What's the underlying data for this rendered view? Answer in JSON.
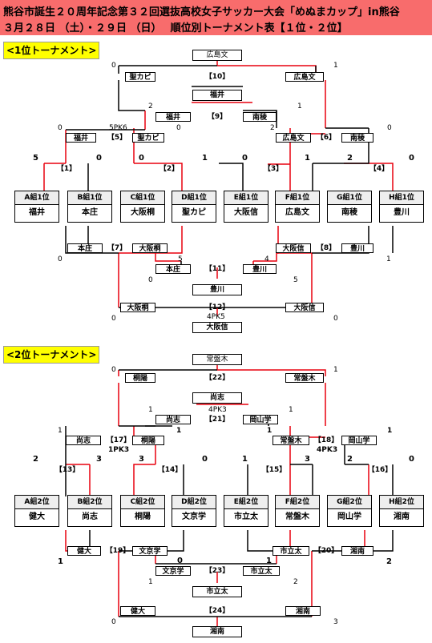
{
  "header": {
    "line1": "熊谷市誕生２０周年記念第３２回選抜高校女子サッカー大会「めぬまカップ」in熊谷",
    "line2": "３月２８日 （土）・２９日 （日）　 順位別トーナメント表【１位・２位】"
  },
  "sec1": "<1位トーナメント>",
  "sec2": "<2位トーナメント>",
  "t1": {
    "teams": [
      {
        "rank": "A組1位",
        "name": "福井"
      },
      {
        "rank": "B組1位",
        "name": "本庄"
      },
      {
        "rank": "C組1位",
        "name": "大阪桐"
      },
      {
        "rank": "D組1位",
        "name": "聖カピ"
      },
      {
        "rank": "E組1位",
        "name": "大阪信"
      },
      {
        "rank": "F組1位",
        "name": "広島文"
      },
      {
        "rank": "G組1位",
        "name": "南稜"
      },
      {
        "rank": "H組1位",
        "name": "豊川"
      }
    ],
    "champion": "広島文",
    "m10": {
      "label": "【10】",
      "left": "聖カピ",
      "right": "広島文",
      "sl": "0",
      "sr": "1"
    },
    "w10": "福井",
    "m9": {
      "label": "【9】",
      "left": "福井",
      "right": "南稜",
      "sl": "2",
      "sr": "1"
    },
    "m5": {
      "label": "【5】",
      "left": "福井",
      "right": "聖カピ",
      "sl": "0",
      "sr": "0",
      "pk": "5PK6"
    },
    "m6": {
      "label": "【6】",
      "left": "広島文",
      "right": "南稜",
      "sl": "2",
      "sr": "0"
    },
    "m1": {
      "label": "【1】",
      "sl": "5",
      "sr": "0"
    },
    "m2": {
      "label": "【2】",
      "sl": "0",
      "sr": "1"
    },
    "m3": {
      "label": "【3】",
      "sl": "0",
      "sr": "1"
    },
    "m4": {
      "label": "【4】",
      "sl": "2",
      "sr": "0"
    },
    "m7": {
      "label": "【7】",
      "left": "本庄",
      "right": "大阪桐",
      "sl": "0",
      "sr": "5"
    },
    "m8": {
      "label": "【8】",
      "left": "大阪信",
      "right": "豊川",
      "sl": "4",
      "sr": "1"
    },
    "m11": {
      "label": "【11】",
      "left": "本庄",
      "right": "豊川",
      "sl": "0",
      "sr": "5"
    },
    "w11": "豊川",
    "m12": {
      "label": "【12】",
      "left": "大阪桐",
      "right": "大阪信",
      "sl": "0",
      "sr": "0",
      "pk": "4PK5"
    },
    "w12": "大阪信"
  },
  "t2": {
    "teams": [
      {
        "rank": "A組2位",
        "name": "健大"
      },
      {
        "rank": "B組2位",
        "name": "尚志"
      },
      {
        "rank": "C組2位",
        "name": "桐陽"
      },
      {
        "rank": "D組2位",
        "name": "文京学"
      },
      {
        "rank": "E組2位",
        "name": "市立太"
      },
      {
        "rank": "F組2位",
        "name": "常盤木"
      },
      {
        "rank": "G組2位",
        "name": "岡山学"
      },
      {
        "rank": "H組2位",
        "name": "湘南"
      }
    ],
    "champion": "常盤木",
    "m22": {
      "label": "【22】",
      "left": "桐陽",
      "right": "常盤木",
      "sl": "0",
      "sr": "1"
    },
    "w22": "尚志",
    "m21": {
      "label": "【21】",
      "left": "尚志",
      "right": "岡山学",
      "sl": "1",
      "sr": "1",
      "pk": "4PK3"
    },
    "m17": {
      "label": "【17】",
      "left": "尚志",
      "right": "桐陽",
      "sl": "1",
      "sr": "1",
      "pk": "1PK3"
    },
    "m18": {
      "label": "【18】",
      "left": "常盤木",
      "right": "岡山学",
      "sl": "1",
      "sr": "1",
      "pk": "4PK3"
    },
    "m13": {
      "label": "【13】",
      "sl": "2",
      "sr": "3"
    },
    "m14": {
      "label": "【14】",
      "sl": "3",
      "sr": "0"
    },
    "m15": {
      "label": "【15】",
      "sl": "1",
      "sr": "3"
    },
    "m16": {
      "label": "【16】",
      "sl": "2",
      "sr": "0"
    },
    "m19": {
      "label": "【19】",
      "left": "健大",
      "right": "文京学",
      "sl": "1",
      "sr": "0"
    },
    "m20": {
      "label": "【20】",
      "left": "市立太",
      "right": "湘南",
      "sl": "1",
      "sr": "2"
    },
    "m23": {
      "label": "【23】",
      "left": "文京学",
      "right": "市立太",
      "sl": "1",
      "sr": "2"
    },
    "w23": "市立太",
    "m24": {
      "label": "【24】",
      "left": "健大",
      "right": "湘南",
      "sl": "0",
      "sr": "3"
    },
    "w24": "湘南"
  },
  "colors": {
    "header": "#f86c6c",
    "section": "#ffff00",
    "winline": "#e8000e",
    "line": "#000000"
  }
}
